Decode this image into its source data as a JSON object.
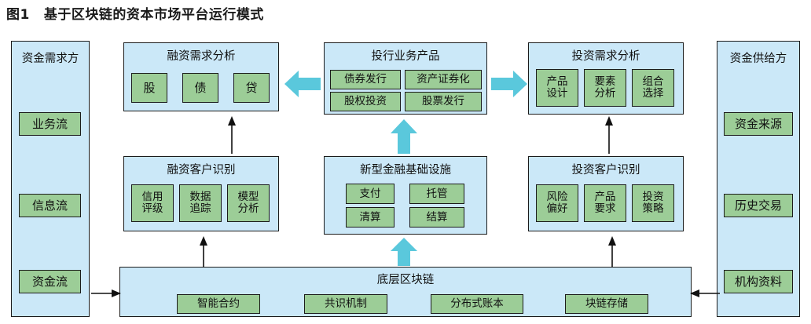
{
  "figure": {
    "number": "图1",
    "title": "基于区块链的资本市场平台运行模式"
  },
  "left_column": {
    "title": "资金需求方",
    "items": [
      "业务流",
      "信息流",
      "资金流"
    ]
  },
  "right_column": {
    "title": "资金供给方",
    "items": [
      "资金来源",
      "历史交易",
      "机构资料"
    ]
  },
  "top_row": {
    "financing_demand": {
      "title": "融资需求分析",
      "items": [
        "股",
        "债",
        "贷"
      ]
    },
    "ib_products": {
      "title": "投行业务产品",
      "items": [
        "债券发行",
        "资产证券化",
        "股权投资",
        "股票发行"
      ]
    },
    "investment_demand": {
      "title": "投资需求分析",
      "items": [
        "产品\n设计",
        "要素\n分析",
        "组合\n选择"
      ]
    }
  },
  "middle_row": {
    "financing_client": {
      "title": "融资客户识别",
      "items": [
        "信用\n评级",
        "数据\n追踪",
        "模型\n分析"
      ]
    },
    "infrastructure": {
      "title": "新型金融基础设施",
      "items": [
        "支付",
        "托管",
        "清算",
        "结算"
      ]
    },
    "investment_client": {
      "title": "投资客户识别",
      "items": [
        "风险\n偏好",
        "产品\n要求",
        "投资\n策略"
      ]
    }
  },
  "bottom_row": {
    "blockchain": {
      "title": "底层区块链",
      "items": [
        "智能合约",
        "共识机制",
        "分布式账本",
        "块链存储"
      ]
    }
  },
  "colors": {
    "panel_fill": "#cbe8f8",
    "chip_fill": "#9ccd97",
    "arrow_cyan": "#5ac8dc",
    "border": "#1b1b1b"
  }
}
